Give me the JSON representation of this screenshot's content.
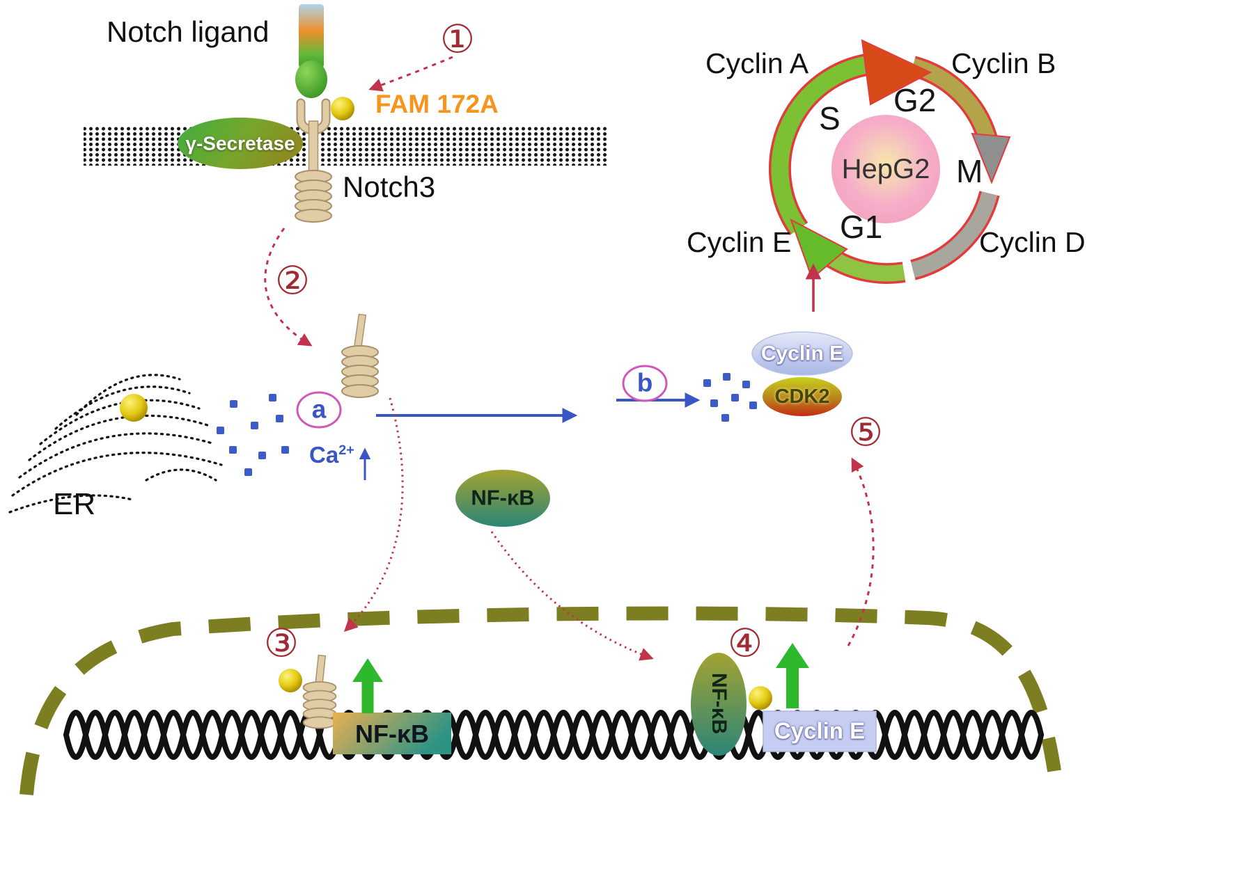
{
  "membrane_region": {
    "notch_ligand": "Notch ligand",
    "gamma_secretase": "γ-Secretase",
    "fam172a": "FAM 172A",
    "notch3": "Notch3"
  },
  "cytoplasm": {
    "er": "ER",
    "ca_base": "Ca",
    "ca_sup": "2+",
    "site_a": "a",
    "site_b": "b",
    "nfkb": "NF-κB",
    "cyclin_e": "Cyclin E",
    "cdk2": "CDK2"
  },
  "nucleus": {
    "nfkb_tf_vertical": "NF-κB",
    "nfkb_gene": "NF-κB",
    "cyclin_e_gene": "Cyclin E"
  },
  "cell_cycle": {
    "center": "HepG2",
    "phase_s": "S",
    "phase_g2": "G2",
    "phase_m": "M",
    "phase_g1": "G1",
    "cyclin_a": "Cyclin A",
    "cyclin_b": "Cyclin B",
    "cyclin_d": "Cyclin D",
    "cyclin_e": "Cyclin E"
  },
  "steps": {
    "s1": "①",
    "s2": "②",
    "s3": "③",
    "s4": "④",
    "s5": "⑤"
  },
  "colors": {
    "accent_red": "#b02a35",
    "blue": "#3a56c4",
    "orange": "#f7941d",
    "green_arrow": "#2db82d",
    "nucleus_dash": "#7d7d22"
  }
}
